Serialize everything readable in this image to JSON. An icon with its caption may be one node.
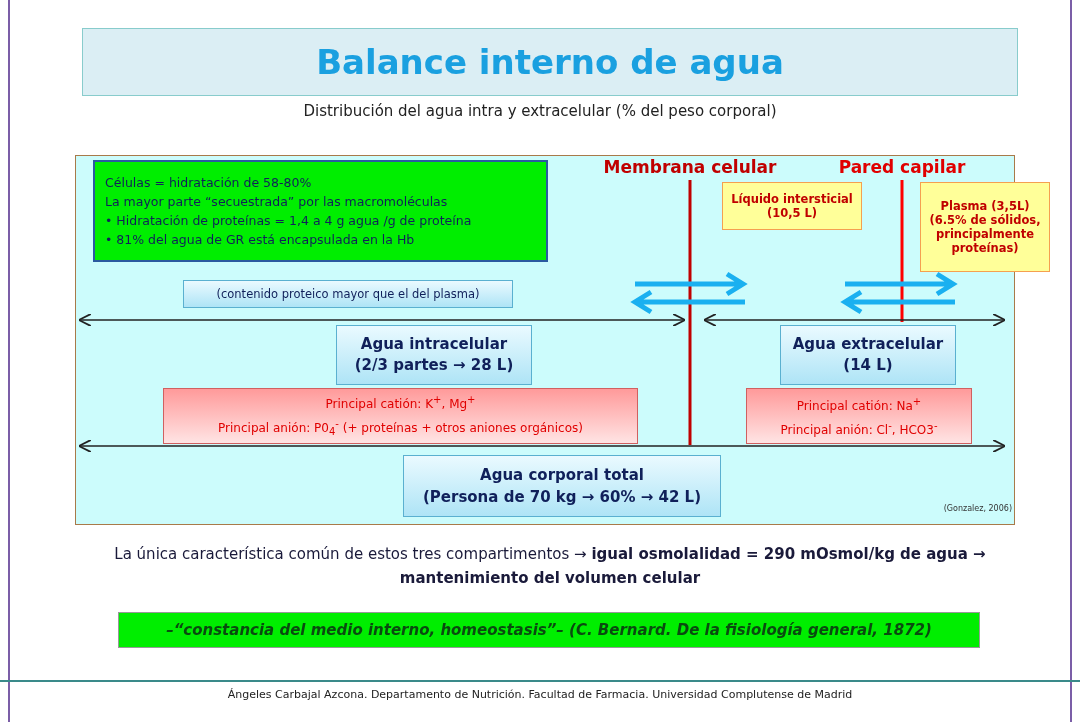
{
  "diagram": {
    "title": "Balance interno de agua",
    "nodes": [
      {
        "text": [
          "Células = hidratación de 58-80%",
          "La mayor parte “secuestrada” por las macromoléculas",
          "• Hidratación de proteínas = 1,4 a 4 g agua /g de proteína",
          "• 81% del agua de GR está encapsulada en la Hb"
        ]
      },
      {
        "text": [
          "(contenido proteico mayor que el del plasma)"
        ]
      },
      {
        "text": [
          "Líquido intersticial (10,5 L)"
        ]
      },
      {
        "text": [
          "Plasma (3,5L) (6.5% de sólidos, principalmente proteínas)"
        ]
      },
      {
        "text": [
          "Agua intracelular",
          "(2/3 partes → 28 L)"
        ]
      },
      {
        "text": [
          "Agua extracelular",
          "(14 L)"
        ]
      },
      {
        "text": [
          "Principal catión: K$^{+}$, Mg$^{+}$",
          "Principal anión: P0$_{4}$$^{-}$ (+ proteínas + otros aniones orgánicos)"
        ]
      },
      {
        "text": [
          "Principal catión: Na$^{+}$",
          "Principal anión: Cl$^{-}$, HCO3$^{-}$"
        ]
      },
      {
        "text": [
          "Agua corporal total",
          "(Persona de 70 kg → 60% → 42 L)"
        ]
      },
      {
        "text": [
          "–“constancia del medio interno, homeostasis”– (C. Bernard. De la fisiología general, 1872)"
        ]
      }
    ],
    "labels": [
      "Distribución del agua intra y extracelular (% del peso corporal)",
      "Membrana celular",
      "Pared capilar",
      "(Gonzalez, 2006)",
      "La única característica común de estos tres compartimentos → **igual osmolalidad = 290 mOsmol/kg de agua → mantenimiento del volumen celular**",
      "Ángeles Carbajal Azcona. Departamento de Nutrición. Facultad de Farmacia. Universidad Complutense de Madrid"
    ]
  }
}
